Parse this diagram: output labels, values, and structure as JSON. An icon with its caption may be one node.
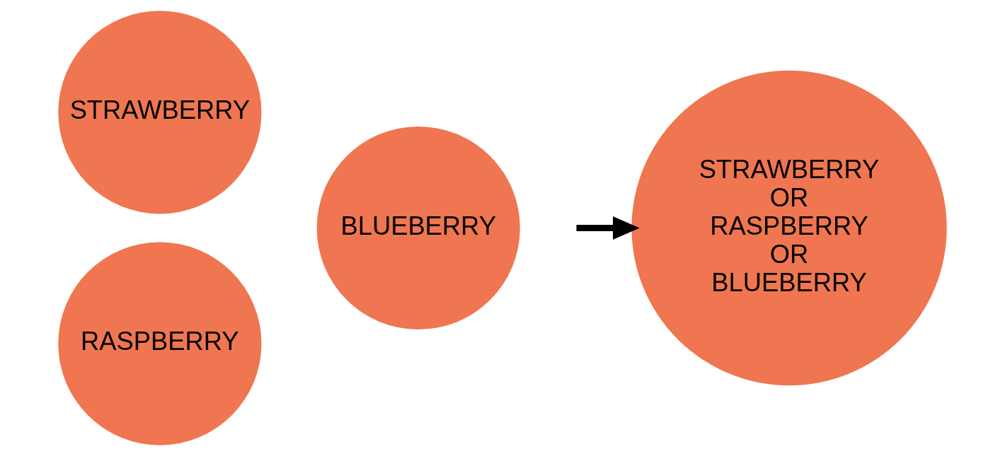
{
  "diagram": {
    "nodes": [
      {
        "text": [
          "STRAWBERRY"
        ]
      },
      {
        "text": [
          "RASPBERRY"
        ]
      },
      {
        "text": [
          "BLUEBERRY"
        ]
      },
      {
        "text": [
          "STRAWBERRY OR RASPBERRY OR BLUEBERRY"
        ]
      }
    ],
    "edges": [
      {
        "from": null,
        "to": 3,
        "arrow": "to"
      }
    ]
  }
}
